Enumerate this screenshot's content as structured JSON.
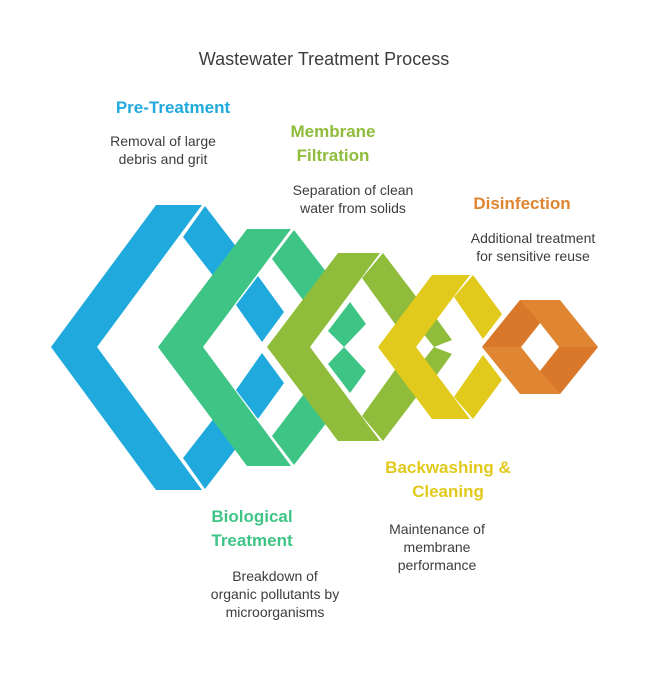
{
  "title": "Wastewater Treatment Process",
  "steps": [
    {
      "title": "Pre-Treatment",
      "description": "Removal of large\ndebris and grit",
      "color": "#1fa9dc"
    },
    {
      "title": "Biological\nTreatment",
      "description": "Breakdown of\norganic pollutants by\nmicroorganisms",
      "color": "#3ec585"
    },
    {
      "title": "Membrane\nFiltration",
      "description": "Separation of clean\nwater from solids",
      "color": "#8fbd3b"
    },
    {
      "title": "Backwashing &\nCleaning",
      "description": "Maintenance of\nmembrane\nperformance",
      "color": "#e1ca1c"
    },
    {
      "title": "Disinfection",
      "description": "Additional treatment\nfor sensitive reuse",
      "color": "#e08531"
    }
  ]
}
